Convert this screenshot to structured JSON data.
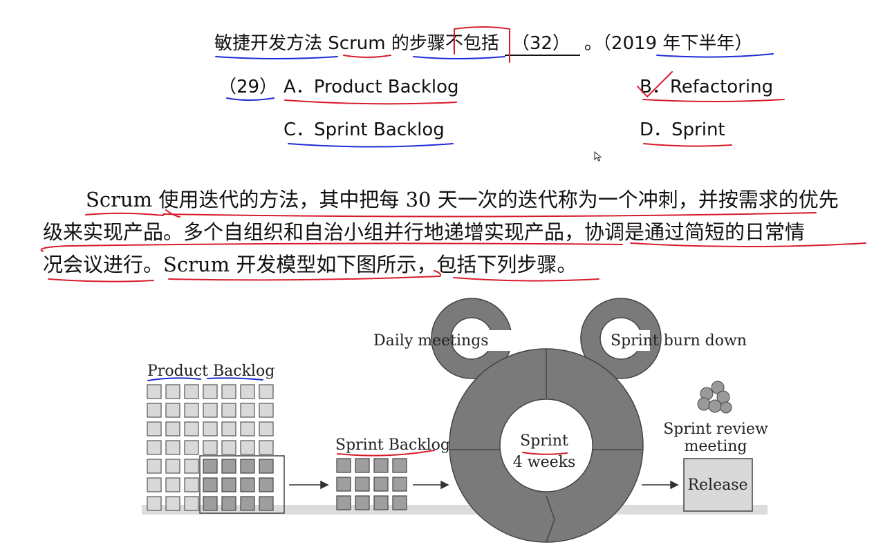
{
  "question": {
    "stem_prefix": "敏捷开发方法 Scrum 的步骤不包括",
    "blank": "（32）",
    "stem_suffix": "。（2019 年下半年）",
    "number": "（29）",
    "options": [
      {
        "label": "A．Product  Backlog"
      },
      {
        "label": "B．Refactoring"
      },
      {
        "label": "C．Sprint  Backlog"
      },
      {
        "label": "D．Sprint"
      }
    ]
  },
  "explanation": {
    "lines": [
      "Scrum 使用迭代的方法，其中把每 30 天一次的迭代称为一个冲刺，并按需求的优先",
      "级来实现产品。多个自组织和自治小组并行地递增实现产品，协调是通过简短的日常情",
      "况会议进行。Scrum 开发模型如下图所示，包括下列步骤。"
    ]
  },
  "diagram": {
    "product_backlog": "Product Backlog",
    "sprint_backlog": "Sprint Backlog",
    "daily_meetings": "Daily meetings",
    "sprint_burn_down": "Sprint burn down",
    "sprint_line1": "Sprint",
    "sprint_line2": "4 weeks",
    "review_line1": "Sprint review",
    "review_line2": "meeting",
    "release": "Release"
  },
  "colors": {
    "red_ink": "#d81b2b",
    "blue_ink": "#1f2bd6",
    "ring_gray": "#7a7a7a"
  },
  "icons": [
    "cursor-icon"
  ]
}
